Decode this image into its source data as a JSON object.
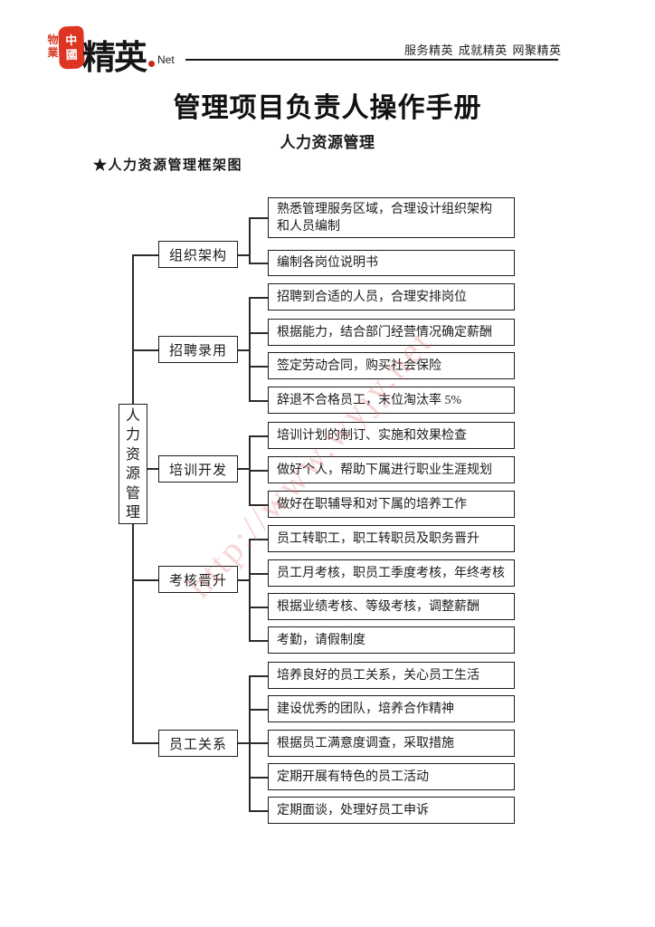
{
  "header": {
    "seal_right_col": "中國",
    "seal_left_col": "物業",
    "seal_color": "#de3422",
    "brand_text": "精英",
    "brand_dot_color": "#c62a18",
    "brand_suffix": "Net",
    "slogan": "服务精英 成就精英 网聚精英"
  },
  "title": "管理项目负责人操作手册",
  "subtitle": "人力资源管理",
  "section_heading": "★人力资源管理框架图",
  "watermark_text": "http://www.wyjy.net",
  "tree": {
    "root_label": "人力资源管理",
    "groups": [
      {
        "label": "组织架构",
        "items": [
          {
            "text": "熟悉管理服务区域，合理设计组织架构",
            "text2": "和人员编制"
          },
          {
            "text": "编制各岗位说明书"
          }
        ]
      },
      {
        "label": "招聘录用",
        "items": [
          {
            "text": "招聘到合适的人员，合理安排岗位"
          },
          {
            "text": "根据能力，结合部门经营情况确定薪酬"
          },
          {
            "text": "签定劳动合同，购买社会保险"
          },
          {
            "text": "辞退不合格员工，末位淘汰率 5%"
          }
        ]
      },
      {
        "label": "培训开发",
        "items": [
          {
            "text": "培训计划的制订、实施和效果检查"
          },
          {
            "text": "做好个人，帮助下属进行职业生涯规划"
          },
          {
            "text": "做好在职辅导和对下属的培养工作"
          }
        ]
      },
      {
        "label": "考核晋升",
        "items": [
          {
            "text": "员工转职工，职工转职员及职务晋升"
          },
          {
            "text": "员工月考核，职员工季度考核，年终考核"
          },
          {
            "text": "根据业绩考核、等级考核，调整薪酬"
          },
          {
            "text": "考勤，请假制度"
          }
        ]
      },
      {
        "label": "员工关系",
        "items": [
          {
            "text": "培养良好的员工关系，关心员工生活"
          },
          {
            "text": "建设优秀的团队，培养合作精神"
          },
          {
            "text": "根据员工满意度调查，采取措施"
          },
          {
            "text": "定期开展有特色的员工活动"
          },
          {
            "text": "定期面谈，处理好员工申诉"
          }
        ]
      }
    ]
  }
}
